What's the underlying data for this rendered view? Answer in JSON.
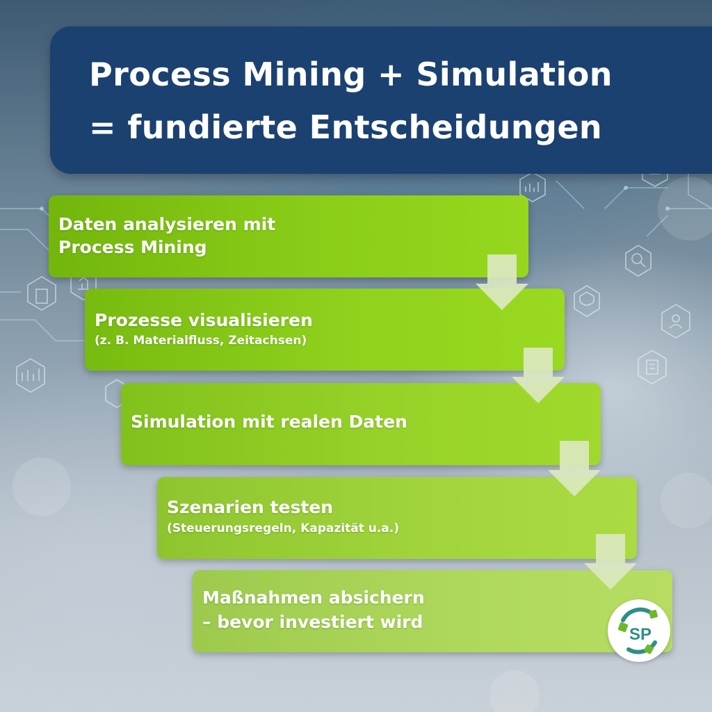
{
  "title": {
    "line1": "Process Mining + Simulation",
    "line2": "= fundierte Entscheidungen"
  },
  "steps": [
    {
      "main": "Daten analysieren mit",
      "sub": "Process Mining",
      "sub_style": "big"
    },
    {
      "main": "Prozesse visualisieren",
      "sub": "(z. B. Materialfluss, Zeitachsen)",
      "sub_style": "small"
    },
    {
      "main": "Simulation mit realen Daten",
      "sub": "",
      "sub_style": "small"
    },
    {
      "main": "Szenarien testen",
      "sub": "(Steuerungsregeln, Kapazität u.a.)",
      "sub_style": "small"
    },
    {
      "main": "Maßnahmen absichern",
      "sub": "– bevor investiert wird",
      "sub_style": "big"
    }
  ],
  "logo": {
    "text": "SP"
  },
  "colors": {
    "header_bg": "#1b4170",
    "step_green": "#8acd18",
    "arrow_fill": "#dbe8c0",
    "logo_teal": "#2e8f86",
    "logo_green": "#6cb82a"
  }
}
